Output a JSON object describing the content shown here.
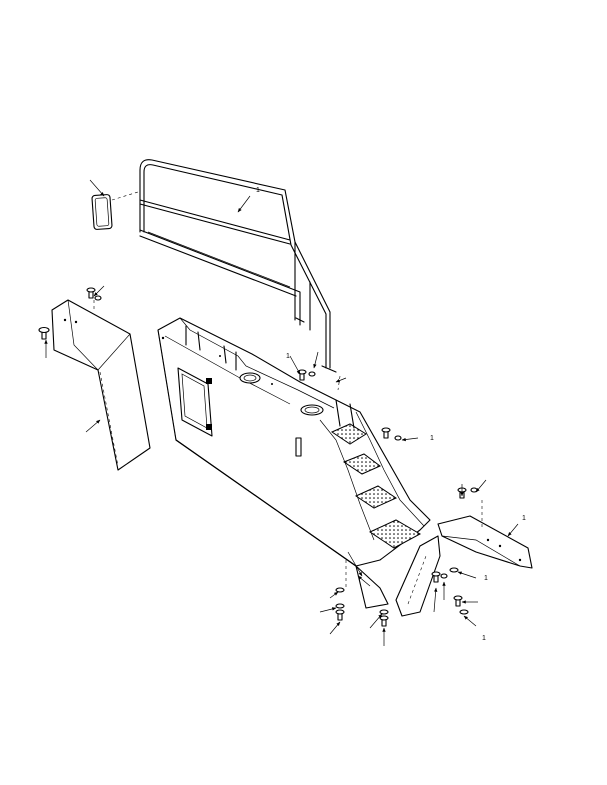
{
  "figure": {
    "description_visible_text": "",
    "callouts": [
      "1",
      "1",
      "1",
      "1",
      "1",
      "1"
    ]
  }
}
